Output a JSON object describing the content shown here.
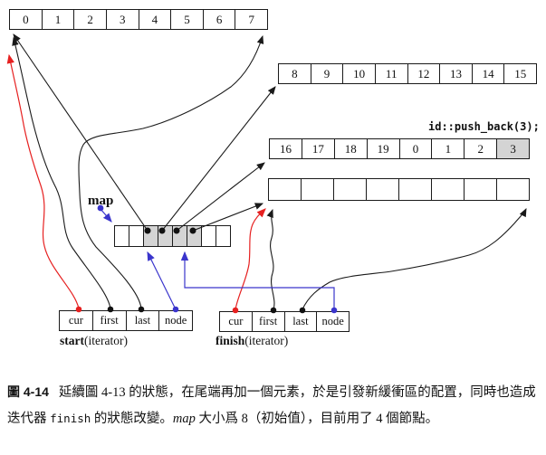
{
  "figure": {
    "code_annotation": "id::push_back(3);",
    "map": {
      "label": "map",
      "size": 8,
      "used_node_indices": [
        2,
        3,
        4,
        5
      ]
    },
    "buffers": {
      "buf_top": {
        "cells": [
          "0",
          "1",
          "2",
          "3",
          "4",
          "5",
          "6",
          "7"
        ]
      },
      "buf_right": {
        "cells": [
          "8",
          "9",
          "10",
          "11",
          "12",
          "13",
          "14",
          "15"
        ]
      },
      "buf_new": {
        "cells": [
          "16",
          "17",
          "18",
          "19",
          "0",
          "1",
          "2",
          "3"
        ],
        "highlighted_cell": "3"
      },
      "buf_spare": {
        "cells": [
          "",
          "",
          "",
          "",
          "",
          "",
          "",
          ""
        ]
      }
    },
    "iterators": {
      "start": {
        "name_bold": "start",
        "name_rest": "(iterator)",
        "fields": [
          "cur",
          "first",
          "last",
          "node"
        ]
      },
      "finish": {
        "name_bold": "finish",
        "name_rest": "(iterator)",
        "fields": [
          "cur",
          "first",
          "last",
          "node"
        ]
      }
    },
    "colors": {
      "pointer_black": "#1a1a1a",
      "pointer_red": "#e62020",
      "pointer_blue": "#3a35cc",
      "used_cell_gray": "#d4d4d4"
    }
  },
  "caption": {
    "figure_label": "圖 4-14",
    "text_part1": "延續圖 4-13 的狀態，在尾端再加一個元素，於是引發新緩衝區的配置，同時也造成迭代器 ",
    "code_finish": "finish",
    "text_part2": " 的狀態改變。",
    "italic_map": "map",
    "text_part3": " 大小爲 8（初始值），目前用了 4 個節點。"
  }
}
